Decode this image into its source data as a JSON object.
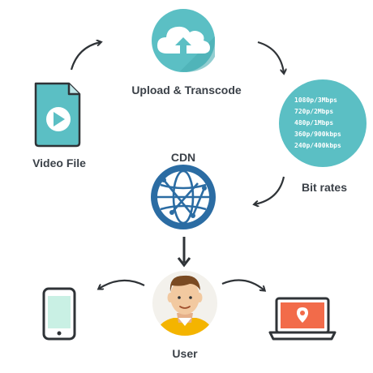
{
  "nodes": {
    "upload": {
      "label": "Upload & Transcode",
      "icon": "cloud-upload-icon"
    },
    "video_file": {
      "label": "Video File",
      "icon": "video-file-icon"
    },
    "bitrates": {
      "label": "Bit rates",
      "items": [
        "1080p/3Mbps",
        "720p/2Mbps",
        "480p/1Mbps",
        "360p/900kbps",
        "240p/400kbps"
      ]
    },
    "cdn": {
      "label": "CDN",
      "icon": "globe-network-icon"
    },
    "user": {
      "label": "User",
      "icon": "user-avatar-icon"
    },
    "phone": {
      "icon": "smartphone-icon"
    },
    "laptop": {
      "icon": "laptop-location-icon"
    }
  },
  "colors": {
    "teal": "#5bbfc4",
    "teal_dark": "#2a8f96",
    "globe_blue": "#2b6ca3",
    "text": "#3b4148",
    "arrow": "#2f3337",
    "skin": "#f2c9a0",
    "hair": "#7a4a22",
    "shirt": "#f4b400",
    "laptop_screen": "#f26b4a"
  }
}
